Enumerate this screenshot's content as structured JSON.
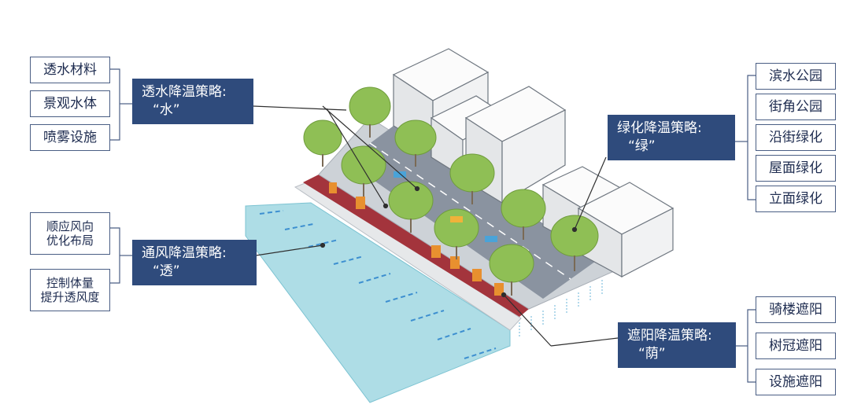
{
  "strategies": {
    "water": {
      "title": "透水降温策略:",
      "short": "“水”",
      "items": [
        "透水材料",
        "景观水体",
        "喷雾设施"
      ]
    },
    "wind": {
      "title": "通风降温策略:",
      "short": "“透”",
      "items": [
        [
          "顺应风向",
          "优化布局"
        ],
        [
          "控制体量",
          "提升透风度"
        ]
      ]
    },
    "green": {
      "title": "绿化降温策略:",
      "short": "“绿”",
      "items": [
        "滨水公园",
        "街角公园",
        "沿街绿化",
        "屋面绿化",
        "立面绿化"
      ]
    },
    "shade": {
      "title": "遮阳降温策略:",
      "short": "“荫”",
      "items": [
        "骑楼遮阳",
        "树冠遮阳",
        "设施遮阳"
      ]
    }
  },
  "colors": {
    "label_fill": "#2f4b7c",
    "box_border": "#4a5e84",
    "water": "#aedde6",
    "road": "#8a93a0",
    "bike_lane": "#a3343c",
    "building": "#f4f4f4",
    "tree": "#8fbf55"
  }
}
